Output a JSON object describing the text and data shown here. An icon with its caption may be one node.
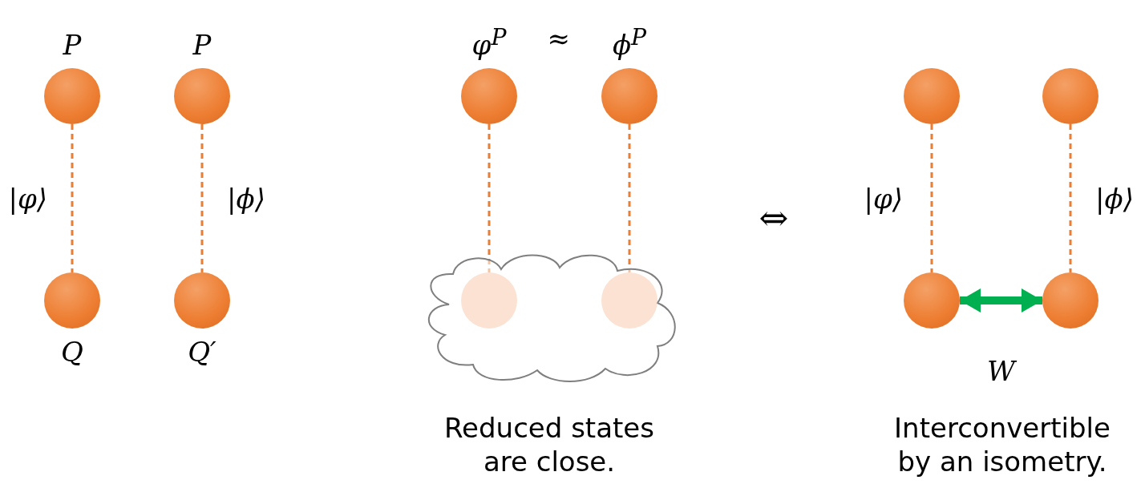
{
  "diagram": {
    "nodes": [
      {
        "text": [
          "P"
        ]
      },
      {
        "text": [
          "Q"
        ]
      },
      {
        "text": [
          "P"
        ]
      },
      {
        "text": [
          "Q′"
        ]
      },
      {
        "text": [
          "φ$^{P}$"
        ]
      },
      {
        "text": [
          "ϕ$^{P}$"
        ]
      },
      {
        "text": [],
        "shape": "cloud"
      },
      {
        "text": [],
        "shape": "circle",
        "in": 6
      },
      {
        "text": [],
        "shape": "circle",
        "in": 6
      },
      {
        "text": [],
        "shape": "circle"
      },
      {
        "text": [],
        "shape": "circle"
      },
      {
        "text": [],
        "shape": "circle"
      },
      {
        "text": [],
        "shape": "circle"
      }
    ],
    "edges": [
      {
        "from": 0,
        "to": 1,
        "arrow": "none",
        "style": "dashed",
        "label": "|φ⟩"
      },
      {
        "from": 2,
        "to": 3,
        "arrow": "none",
        "style": "dashed",
        "label": "|ϕ⟩"
      },
      {
        "from": 4,
        "to": 7,
        "arrow": "none",
        "style": "dashed"
      },
      {
        "from": 5,
        "to": 8,
        "arrow": "none",
        "style": "dashed"
      },
      {
        "from": 9,
        "to": 10,
        "arrow": "none",
        "style": "dashed",
        "label": "|φ⟩"
      },
      {
        "from": 11,
        "to": 12,
        "arrow": "none",
        "style": "dashed",
        "label": "|ϕ⟩"
      },
      {
        "from": 10,
        "to": 12,
        "arrow": "both",
        "style": "thick",
        "color": "#00b050",
        "label": "W"
      }
    ],
    "labels": [
      "≈",
      "⇔",
      "Reduced states are close.",
      "Interconvertible by an isometry."
    ]
  }
}
